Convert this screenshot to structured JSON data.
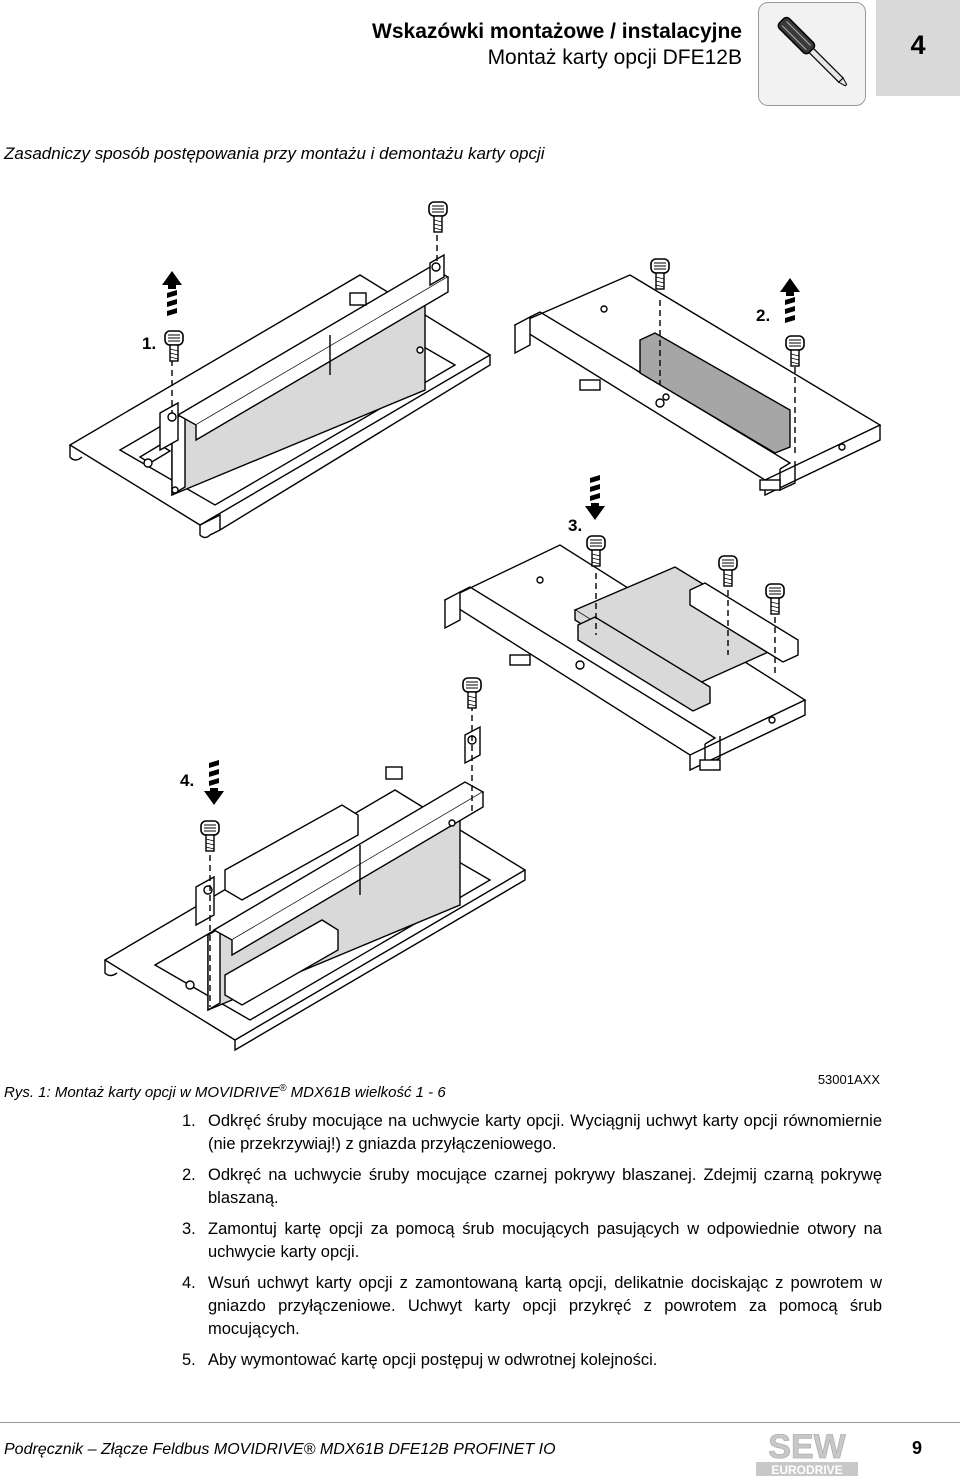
{
  "header": {
    "title": "Wskazówki montażowe / instalacyjne",
    "subtitle": "Montaż karty opcji DFE12B",
    "chapter": "4"
  },
  "section_heading": "Zasadniczy sposób postępowania przy montażu i demontażu karty opcji",
  "figure": {
    "step_labels": [
      "1.",
      "2.",
      "3.",
      "4."
    ],
    "code": "53001AXX",
    "caption_prefix": "Rys. 1: Montaż karty opcji w MOVIDRIVE",
    "caption_reg": "®",
    "caption_suffix": " MDX61B wielkość 1 - 6"
  },
  "steps": [
    {
      "num": "1.",
      "text": "Odkręć śruby mocujące na uchwycie karty opcji. Wyciągnij uchwyt karty opcji równomiernie (nie przekrzywiaj!) z gniazda przyłączeniowego."
    },
    {
      "num": "2.",
      "text": "Odkręć na uchwycie śruby mocujące czarnej pokrywy blaszanej. Zdejmij czarną pokrywę blaszaną."
    },
    {
      "num": "3.",
      "text": "Zamontuj kartę opcji za pomocą śrub mocujących pasujących w odpowiednie otwory na uchwycie karty opcji."
    },
    {
      "num": "4.",
      "text": "Wsuń uchwyt karty opcji z zamontowaną kartą opcji, delikatnie dociskając z powrotem w gniazdo przyłączeniowe. Uchwyt karty opcji przykręć z powrotem za pomocą śrub mocujących."
    },
    {
      "num": "5.",
      "text": "Aby wymontować kartę opcji postępuj w odwrotnej kolejności."
    }
  ],
  "footer": {
    "text": "Podręcznik – Złącze Feldbus MOVIDRIVE® MDX61B DFE12B PROFINET IO",
    "page": "9",
    "logo_top": "SEW",
    "logo_bottom": "EURODRIVE"
  },
  "icons": [
    "screwdriver-icon",
    "screw-icon",
    "arrow-up-icon",
    "arrow-down-icon"
  ]
}
